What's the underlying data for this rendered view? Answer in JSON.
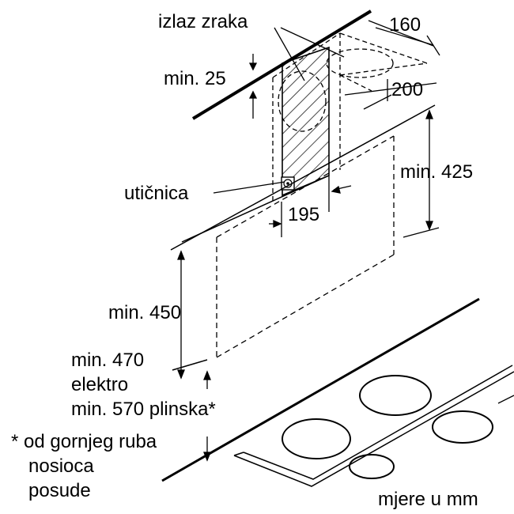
{
  "labels": {
    "air_outlet": "izlaz zraka",
    "socket": "utičnica",
    "min_25": "min. 25",
    "dim_160": "160",
    "dim_200": "200",
    "dim_195": "195",
    "min_425": "min. 425",
    "min_450": "min. 450",
    "min_470": "min. 470",
    "elektro": "elektro",
    "min_570_gas": "min. 570 plinska*",
    "footnote_line1": "* od gornjeg ruba",
    "footnote_line2": "nosioca",
    "footnote_line3": "posude",
    "units": "mjere u mm"
  },
  "colors": {
    "line": "#000000",
    "background": "#ffffff"
  }
}
